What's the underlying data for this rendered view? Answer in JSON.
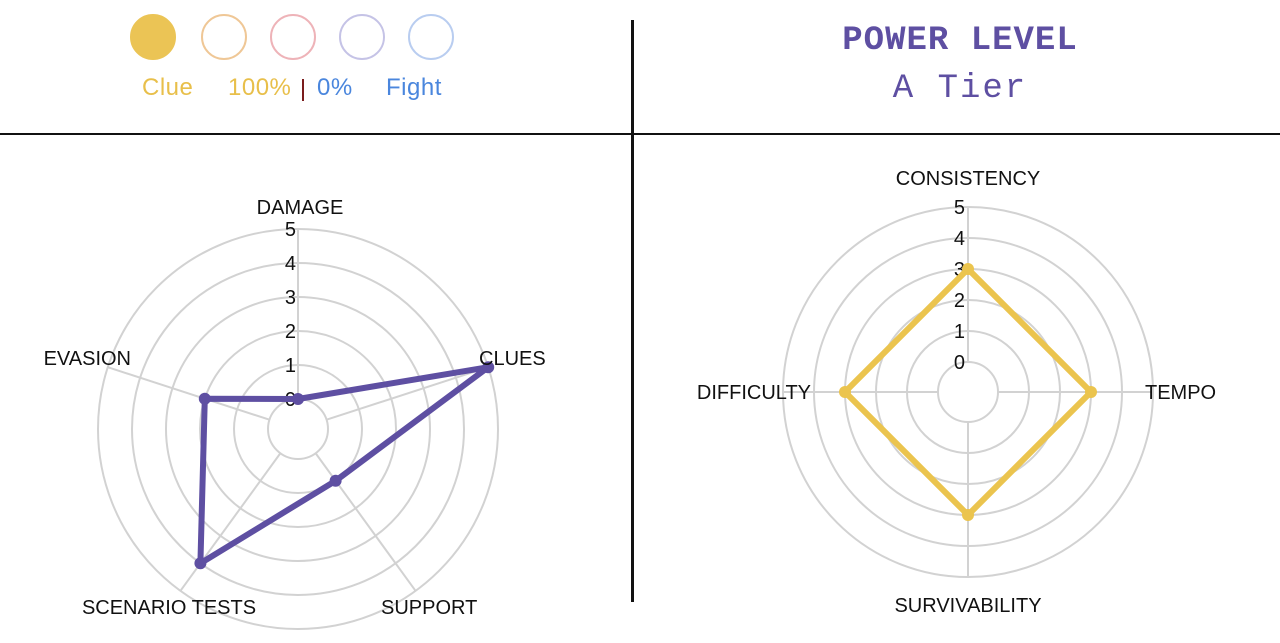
{
  "header": {
    "profile_dots": [
      {
        "filled": true,
        "color": "#ebc455"
      },
      {
        "filled": false,
        "color": "#efc796"
      },
      {
        "filled": false,
        "color": "#eeb3b8"
      },
      {
        "filled": false,
        "color": "#c5c3e6"
      },
      {
        "filled": false,
        "color": "#b9cdf0"
      }
    ],
    "split": {
      "left_label": "Clue",
      "left_value": "100%",
      "right_value": "0%",
      "right_label": "Fight",
      "left_color": "#e8bf4a",
      "right_color": "#4a86dd"
    },
    "power_title": "POWER LEVEL",
    "power_tier": "A Tier",
    "power_color": "#5e4fa2"
  },
  "chart_data": [
    {
      "type": "radar",
      "name": "role",
      "color": "#5e4fa2",
      "range": [
        0,
        5
      ],
      "ticks": [
        "0",
        "1",
        "2",
        "3",
        "4",
        "5"
      ],
      "axes": [
        "DAMAGE",
        "CLUES",
        "SUPPORT",
        "SCENARIO TESTS",
        "EVASION"
      ],
      "values": [
        0,
        5,
        1,
        4,
        2
      ]
    },
    {
      "type": "radar",
      "name": "performance",
      "color": "#ebc44e",
      "range": [
        0,
        5
      ],
      "ticks": [
        "0",
        "1",
        "2",
        "3",
        "4",
        "5"
      ],
      "axes": [
        "CONSISTENCY",
        "TEMPO",
        "SURVIVABILITY",
        "DIFFICULTY"
      ],
      "values": [
        3,
        3,
        3,
        3
      ]
    }
  ]
}
